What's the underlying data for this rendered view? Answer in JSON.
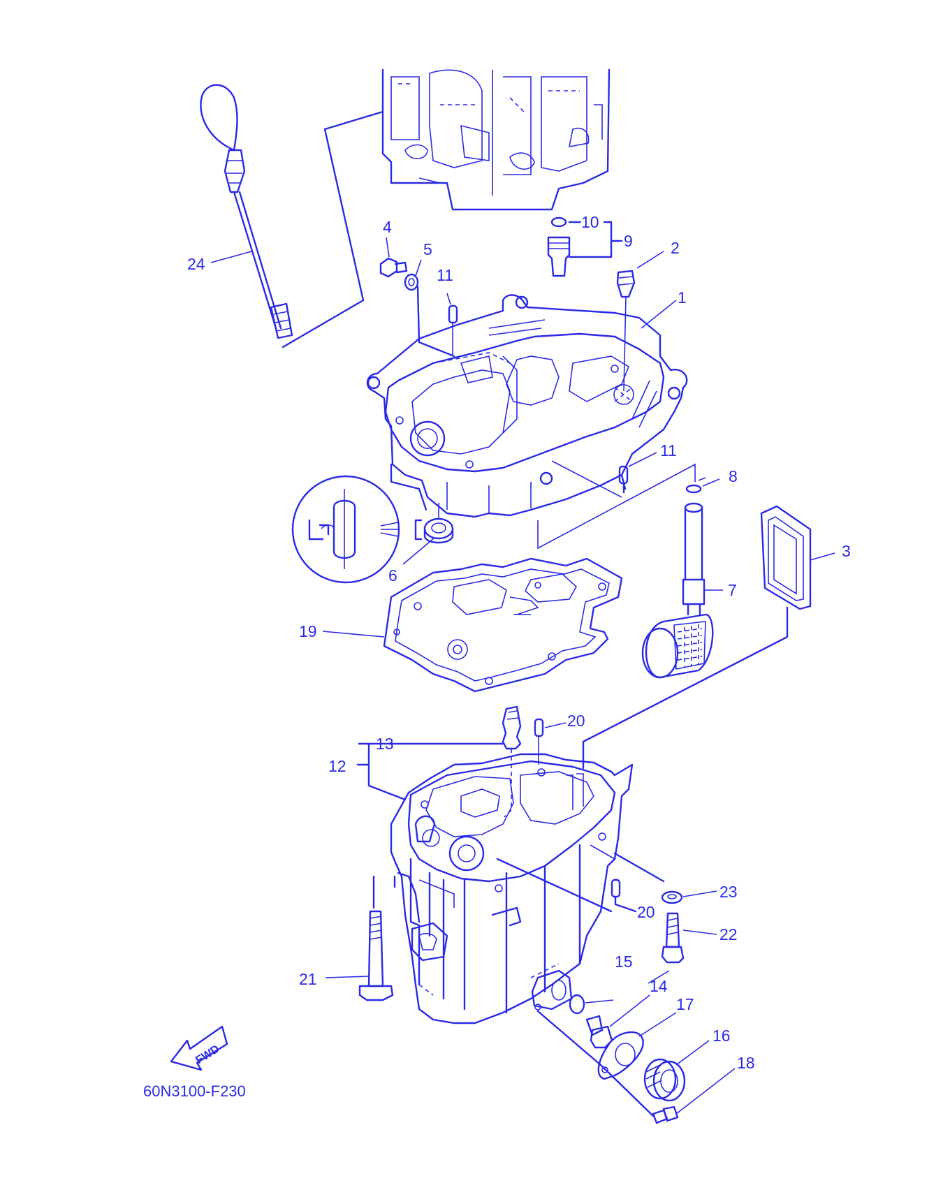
{
  "diagram_code": "60N3100-F230",
  "fwd_label": "FWD",
  "callouts": {
    "c1": "1",
    "c2": "2",
    "c3": "3",
    "c4": "4",
    "c5": "5",
    "c6": "6",
    "c7": "7",
    "c8": "8",
    "c9": "9",
    "c10": "10",
    "c11a": "11",
    "c11b": "11",
    "c12": "12",
    "c13": "13",
    "c14": "14",
    "c15": "15",
    "c16": "16",
    "c17": "17",
    "c18": "18",
    "c19": "19",
    "c20a": "20",
    "c20b": "20",
    "c21": "21",
    "c22": "22",
    "c23": "23",
    "c24": "24"
  },
  "colors": {
    "line": "#2a2ae6",
    "background": "#ffffff"
  }
}
